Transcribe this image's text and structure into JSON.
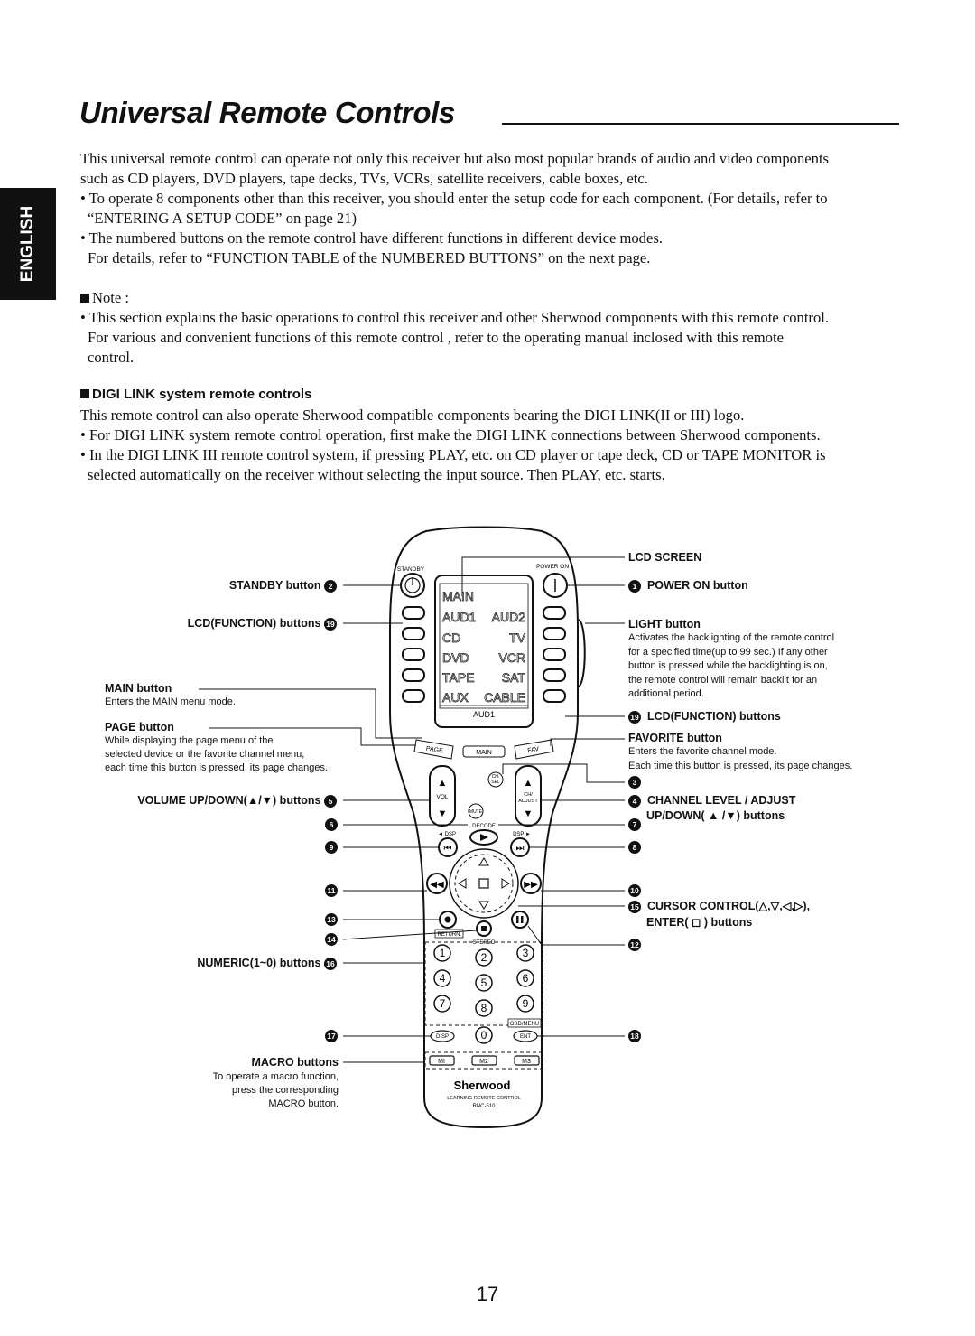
{
  "title": "Universal Remote Controls",
  "language_tab": "ENGLISH",
  "intro": {
    "p1_line1": "This universal remote control can operate not only this receiver but also most popular brands of audio and video components",
    "p1_line2": "such as CD players, DVD players, tape decks, TVs, VCRs, satellite receivers, cable boxes, etc.",
    "b1_line1": "• To operate 8 components other than this receiver, you should enter the setup code for each component. (For details, refer to",
    "b1_line2": "“ENTERING A SETUP CODE” on page 21)",
    "b2_line1": "• The numbered buttons on the remote control have different functions in different device modes.",
    "b2_line2": "For details, refer to “FUNCTION TABLE of the NUMBERED BUTTONS” on the next page."
  },
  "note": {
    "label": "Note :",
    "b1_line1": "• This section explains the basic operations to control this receiver and other Sherwood components with this remote control.",
    "b1_line2": "For various and convenient functions of this remote control , refer to the operating manual inclosed with this remote",
    "b1_line3": "control."
  },
  "digi": {
    "heading": "DIGI LINK system remote controls",
    "p1": "This remote control can also operate Sherwood compatible components bearing the DIGI LINK(II or III) logo.",
    "b1": "• For DIGI LINK system remote control operation, first make the DIGI LINK connections between Sherwood components.",
    "b2_line1": "• In the DIGI LINK III remote control system, if pressing PLAY, etc. on CD player or tape deck, CD or TAPE MONITOR is",
    "b2_line2": "selected automatically on the receiver without selecting the input source. Then PLAY, etc. starts."
  },
  "left_labels": {
    "standby": "STANDBY button",
    "lcd_function": "LCD(FUNCTION) buttons",
    "main": "MAIN button",
    "main_desc": "Enters the MAIN menu mode.",
    "page": "PAGE button",
    "page_desc_1": "While displaying the page menu of the",
    "page_desc_2": "selected device or the favorite channel menu,",
    "page_desc_3": "each time this button is pressed, its page changes.",
    "volume": "VOLUME UP/DOWN(▲/▼) buttons",
    "numeric": "NUMERIC(1~0) buttons",
    "macro": "MACRO buttons",
    "macro_desc_1": "To operate a macro function,",
    "macro_desc_2": "press the corresponding",
    "macro_desc_3": "MACRO button."
  },
  "right_labels": {
    "lcd_screen": "LCD SCREEN",
    "power_on": "POWER ON button",
    "light": "LIGHT button",
    "light_desc_1": "Activates the backlighting of the remote control",
    "light_desc_2": "for a specified time(up to 99 sec.) If any other",
    "light_desc_3": "button is pressed while the backlighting is on,",
    "light_desc_4": "the remote control will remain backlit for an",
    "light_desc_5": "additional period.",
    "lcd_function": "LCD(FUNCTION) buttons",
    "favorite": "FAVORITE button",
    "favorite_desc_1": "Enters the favorite channel mode.",
    "favorite_desc_2": "Each time this button is pressed, its page changes.",
    "channel_1": "CHANNEL LEVEL / ADJUST",
    "channel_2": "UP/DOWN( ▲ /▼) buttons",
    "cursor_1": "CURSOR CONTROL(△,▽,◁,▷),",
    "cursor_2": "ENTER( ◻ ) buttons"
  },
  "callouts": {
    "n1": "1",
    "n2": "2",
    "n3": "3",
    "n4": "4",
    "n5": "5",
    "n6": "6",
    "n7": "7",
    "n8": "8",
    "n9": "9",
    "n10": "10",
    "n11": "11",
    "n12": "12",
    "n13": "13",
    "n14": "14",
    "n15": "15",
    "n16": "16",
    "n17": "17",
    "n18": "18",
    "n19": "19"
  },
  "remote": {
    "standby": "STANDBY",
    "power_on": "POWER ON",
    "lcd_rows": [
      [
        "MAIN",
        ""
      ],
      [
        "AUD1",
        "AUD2"
      ],
      [
        "CD",
        "TV"
      ],
      [
        "DVD",
        "VCR"
      ],
      [
        "TAPE",
        "SAT"
      ],
      [
        "AUX",
        "CABLE"
      ]
    ],
    "lcd_status": "AUD1",
    "page": "PAGE",
    "main": "MAIN",
    "fav": "FAV",
    "vol": "VOL",
    "ch_sel": "CH.\nSEL",
    "ch_adjust": "CH/\nADJUST",
    "mute": "MUTE",
    "decode": "DECODE",
    "dsp_left": "◄ DSP",
    "dsp_right": "DSP ►",
    "return": "RETURN",
    "stereo": "STEREO",
    "keys": [
      "1",
      "2",
      "3",
      "4",
      "5",
      "6",
      "7",
      "8",
      "9",
      "0"
    ],
    "osd_menu": "OSD/MENU",
    "disp": "DISP",
    "ent": "ENT",
    "m1": "MI",
    "m2": "M2",
    "m3": "M3",
    "brand": "Sherwood",
    "model_line": "LEARNING REMOTE CONTROL",
    "model": "RNC-510"
  },
  "page_number": "17"
}
